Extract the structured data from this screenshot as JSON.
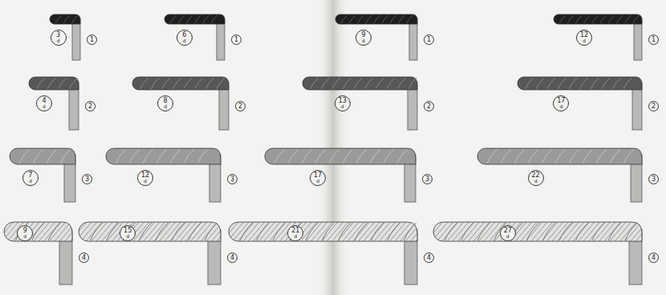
{
  "diagram": {
    "nodes": [
      {
        "text": [
          "3",
          "d"
        ]
      },
      {
        "text": [
          "6",
          "d"
        ]
      },
      {
        "text": [
          "9",
          "d"
        ]
      },
      {
        "text": [
          "12",
          "d"
        ]
      },
      {
        "text": [
          "4",
          "d"
        ]
      },
      {
        "text": [
          "8",
          "d"
        ]
      },
      {
        "text": [
          "13",
          "d"
        ]
      },
      {
        "text": [
          "17",
          "d"
        ]
      },
      {
        "text": [
          "7",
          "d"
        ]
      },
      {
        "text": [
          "12",
          "d"
        ]
      },
      {
        "text": [
          "17",
          "d"
        ]
      },
      {
        "text": [
          "22",
          "d"
        ]
      },
      {
        "text": [
          "9",
          "d"
        ]
      },
      {
        "text": [
          "15",
          "d"
        ]
      },
      {
        "text": [
          "21",
          "d"
        ]
      },
      {
        "text": [
          "27",
          "d"
        ]
      }
    ],
    "labels": [
      "1",
      "1",
      "1",
      "1",
      "2",
      "2",
      "2",
      "2",
      "3",
      "3",
      "3",
      "3",
      "4",
      "4",
      "4",
      "4"
    ]
  }
}
